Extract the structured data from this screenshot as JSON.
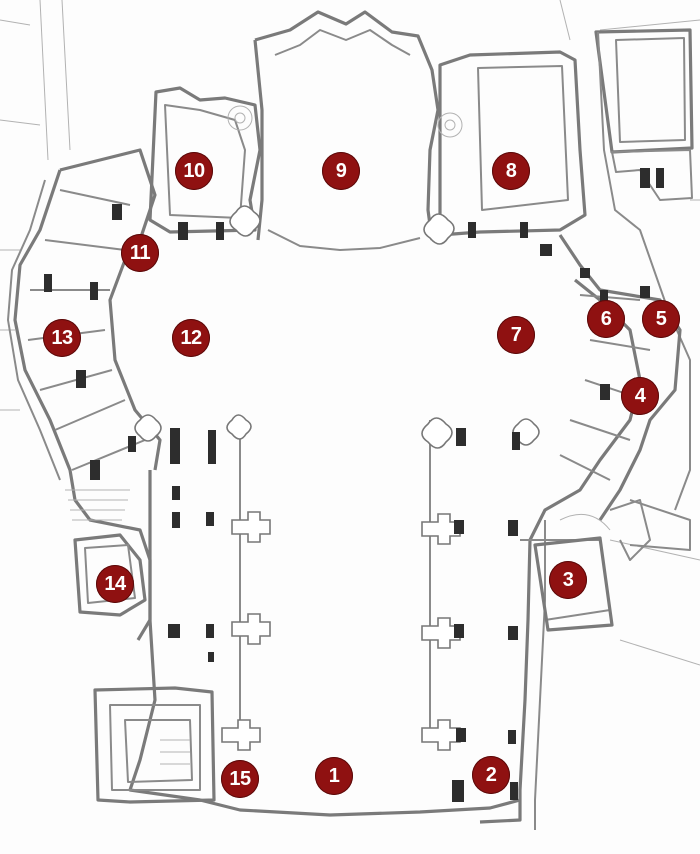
{
  "markers": [
    {
      "id": "m1",
      "label": "1"
    },
    {
      "id": "m2",
      "label": "2"
    },
    {
      "id": "m3",
      "label": "3"
    },
    {
      "id": "m4",
      "label": "4"
    },
    {
      "id": "m5",
      "label": "5"
    },
    {
      "id": "m6",
      "label": "6"
    },
    {
      "id": "m7",
      "label": "7"
    },
    {
      "id": "m8",
      "label": "8"
    },
    {
      "id": "m9",
      "label": "9"
    },
    {
      "id": "m10",
      "label": "10"
    },
    {
      "id": "m11",
      "label": "11"
    },
    {
      "id": "m12",
      "label": "12"
    },
    {
      "id": "m13",
      "label": "13"
    },
    {
      "id": "m14",
      "label": "14"
    },
    {
      "id": "m15",
      "label": "15"
    }
  ],
  "colors": {
    "marker": "#8f1111",
    "walls": "#8a8a8a",
    "background": "#fdfdfd"
  }
}
